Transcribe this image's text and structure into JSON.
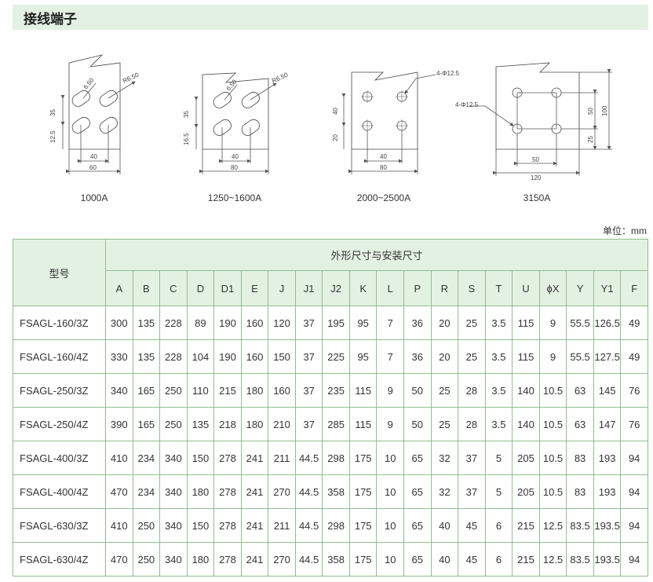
{
  "section_title": "接线端子",
  "diagrams": [
    {
      "caption": "1000A",
      "dims": {
        "r1": "6.50",
        "r2": "R6.50",
        "v1": "35",
        "v2": "12.5",
        "w1": "40",
        "w2": "60"
      }
    },
    {
      "caption": "1250~1600A",
      "dims": {
        "r1": "6.50",
        "r2": "R6.50",
        "v1": "35",
        "v2": "16.5",
        "w1": "40",
        "w2": "80"
      }
    },
    {
      "caption": "2000~2500A",
      "dims": {
        "hole": "4-Φ12.5",
        "v1": "40",
        "v2": "20",
        "w1": "40",
        "w2": "80"
      }
    },
    {
      "caption": "3150A",
      "dims": {
        "hole": "4-Φ12.5",
        "v1": "50",
        "v2": "25",
        "v3": "100",
        "w1": "50",
        "w2": "120"
      }
    }
  ],
  "unit_label": "单位：mm",
  "table": {
    "model_header": "型号",
    "group_header": "外形尺寸与安装尺寸",
    "columns": [
      "A",
      "B",
      "C",
      "D",
      "D1",
      "E",
      "J",
      "J1",
      "J2",
      "K",
      "L",
      "P",
      "R",
      "S",
      "T",
      "U",
      "ϕX",
      "Y",
      "Y1",
      "F"
    ],
    "rows": [
      {
        "model": "FSAGL-160/3Z",
        "values": [
          "300",
          "135",
          "228",
          "89",
          "190",
          "160",
          "120",
          "37",
          "195",
          "95",
          "7",
          "36",
          "20",
          "25",
          "3.5",
          "115",
          "9",
          "55.5",
          "126.5",
          "49"
        ]
      },
      {
        "model": "FSAGL-160/4Z",
        "values": [
          "330",
          "135",
          "228",
          "104",
          "190",
          "160",
          "150",
          "37",
          "225",
          "95",
          "7",
          "36",
          "20",
          "25",
          "3.5",
          "115",
          "9",
          "55.5",
          "127.5",
          "49"
        ]
      },
      {
        "model": "FSAGL-250/3Z",
        "values": [
          "340",
          "165",
          "250",
          "110",
          "215",
          "180",
          "160",
          "37",
          "235",
          "115",
          "9",
          "50",
          "25",
          "28",
          "3.5",
          "140",
          "10.5",
          "63",
          "145",
          "76"
        ]
      },
      {
        "model": "FSAGL-250/4Z",
        "values": [
          "390",
          "165",
          "250",
          "135",
          "218",
          "180",
          "210",
          "37",
          "285",
          "115",
          "9",
          "50",
          "25",
          "28",
          "3.5",
          "140",
          "10.5",
          "63",
          "147",
          "76"
        ]
      },
      {
        "model": "FSAGL-400/3Z",
        "values": [
          "410",
          "234",
          "340",
          "150",
          "278",
          "241",
          "211",
          "44.5",
          "298",
          "175",
          "10",
          "65",
          "32",
          "37",
          "5",
          "205",
          "10.5",
          "83",
          "193",
          "94"
        ]
      },
      {
        "model": "FSAGL-400/4Z",
        "values": [
          "470",
          "234",
          "340",
          "180",
          "278",
          "241",
          "270",
          "44.5",
          "358",
          "175",
          "10",
          "65",
          "32",
          "37",
          "5",
          "205",
          "10.5",
          "83",
          "193",
          "94"
        ]
      },
      {
        "model": "FSAGL-630/3Z",
        "values": [
          "410",
          "250",
          "340",
          "150",
          "278",
          "241",
          "211",
          "44.5",
          "298",
          "175",
          "10",
          "65",
          "40",
          "45",
          "6",
          "215",
          "12.5",
          "83.5",
          "193.5",
          "94"
        ]
      },
      {
        "model": "FSAGL-630/4Z",
        "values": [
          "470",
          "250",
          "340",
          "180",
          "278",
          "241",
          "270",
          "44.5",
          "358",
          "175",
          "10",
          "65",
          "40",
          "45",
          "6",
          "215",
          "12.5",
          "83.5",
          "193.5",
          "94"
        ]
      }
    ]
  }
}
